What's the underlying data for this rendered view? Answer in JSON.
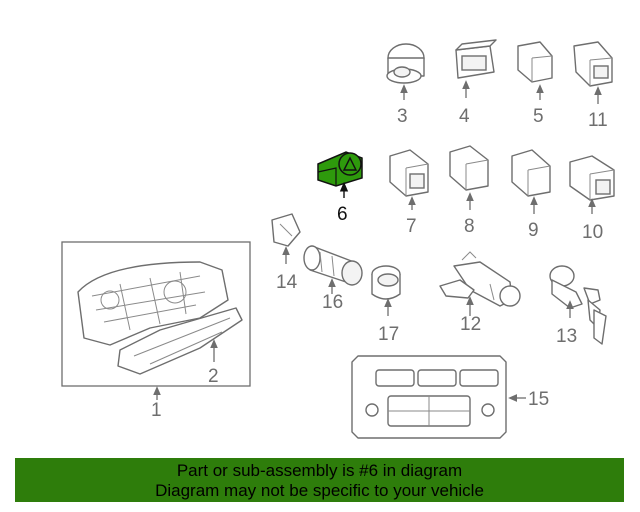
{
  "diagram": {
    "callouts": {
      "c1": "1",
      "c2": "2",
      "c3": "3",
      "c4": "4",
      "c5": "5",
      "c6": "6",
      "c7": "7",
      "c8": "8",
      "c9": "9",
      "c10": "10",
      "c11": "11",
      "c12": "12",
      "c13": "13",
      "c14": "14",
      "c15": "15",
      "c16": "16",
      "c17": "17"
    },
    "highlighted_part": "6",
    "highlight_color": "#2e9a0c"
  },
  "banner": {
    "line1": "Part or sub-assembly is #6 in diagram",
    "line2": "Diagram may not be specific to your vehicle",
    "background": "#2e7d0b"
  }
}
